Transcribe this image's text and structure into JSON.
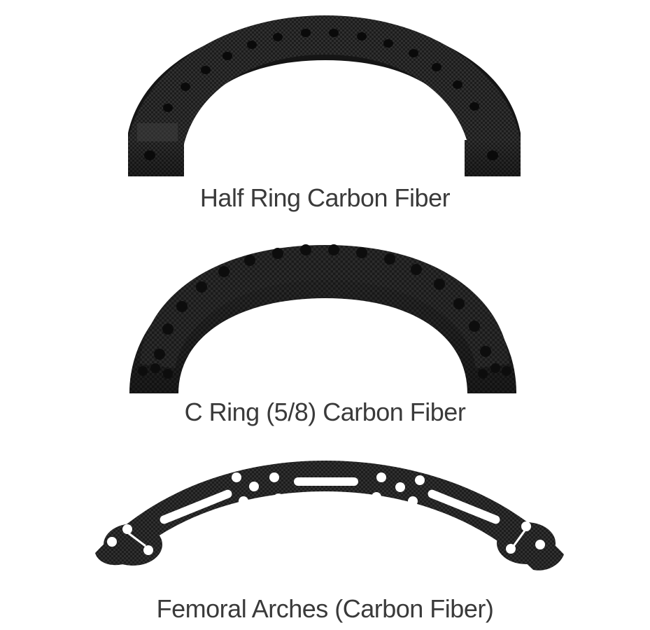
{
  "captions": {
    "half_ring": "Half Ring Carbon Fiber",
    "c_ring": "C Ring (5/8) Carbon Fiber",
    "femoral_arches": "Femoral Arches (Carbon Fiber)"
  },
  "colors": {
    "background": "#ffffff",
    "caption_text": "#3a3a3a",
    "carbon_dark": "#1b1b1b",
    "carbon_light": "#2f2f2f",
    "hole": "#ffffff"
  }
}
